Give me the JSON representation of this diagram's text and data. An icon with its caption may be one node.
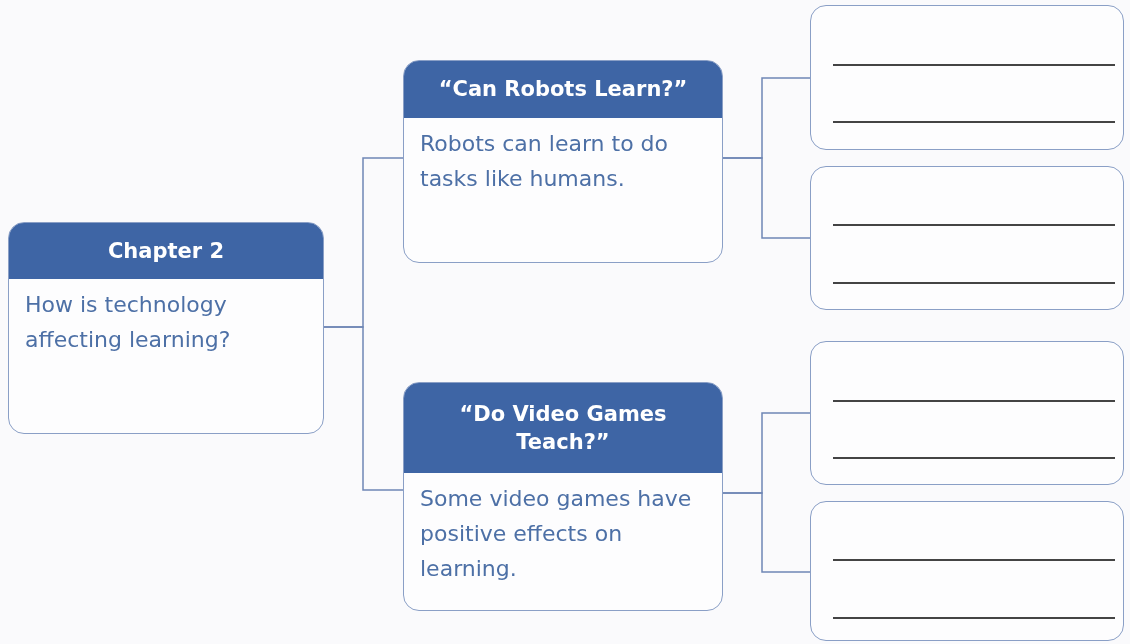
{
  "diagram": {
    "nodes": [
      {
        "text": [
          "Chapter 2",
          "How is technology affecting learning?"
        ]
      },
      {
        "text": [
          "“Can Robots Learn?”",
          "Robots can learn to do tasks like humans."
        ]
      },
      {
        "text": [
          "“Do Video Games Teach?”",
          "Some video games have positive effects on learning."
        ]
      },
      {
        "text": [],
        "shape": "box"
      },
      {
        "text": [],
        "shape": "box"
      },
      {
        "text": [],
        "shape": "box"
      },
      {
        "text": [],
        "shape": "box"
      }
    ],
    "edges": [
      {
        "from": 0,
        "to": 1,
        "arrow": "none"
      },
      {
        "from": 0,
        "to": 2,
        "arrow": "none"
      },
      {
        "from": 1,
        "to": 3,
        "arrow": "none"
      },
      {
        "from": 1,
        "to": 4,
        "arrow": "none"
      },
      {
        "from": 2,
        "to": 5,
        "arrow": "none"
      },
      {
        "from": 2,
        "to": 6,
        "arrow": "none"
      }
    ]
  }
}
